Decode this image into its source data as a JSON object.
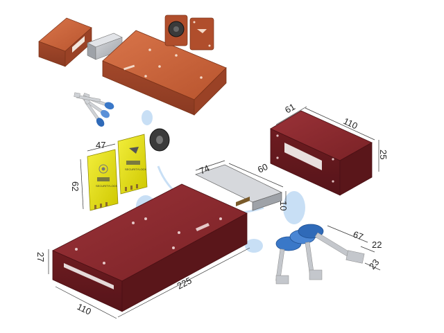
{
  "dimensions": {
    "keeper_top_width": "61",
    "keeper_top_length": "110",
    "keeper_top_depth": "25",
    "escutcheon_width": "47",
    "escutcheon_height": "62",
    "bolt_length": "74",
    "bolt_width": "60",
    "bolt_thickness": "10",
    "lock_depth": "27",
    "lock_length": "225",
    "lock_width": "110",
    "key_blade_length": "67",
    "key_bit_width": "22",
    "key_bit_height": "23"
  },
  "escutcheon_brand": "SECURITYLOCK",
  "colors": {
    "lock_body": "#8a2a2e",
    "orange_lock": "#c8643a",
    "bolt_metal": "#b9bcc2",
    "escutcheon_yellow": "#e8e000",
    "key_bow_blue": "#3a78c8",
    "key_blade": "#c4c7cc",
    "watermark_blue": "#9cc6ee"
  }
}
